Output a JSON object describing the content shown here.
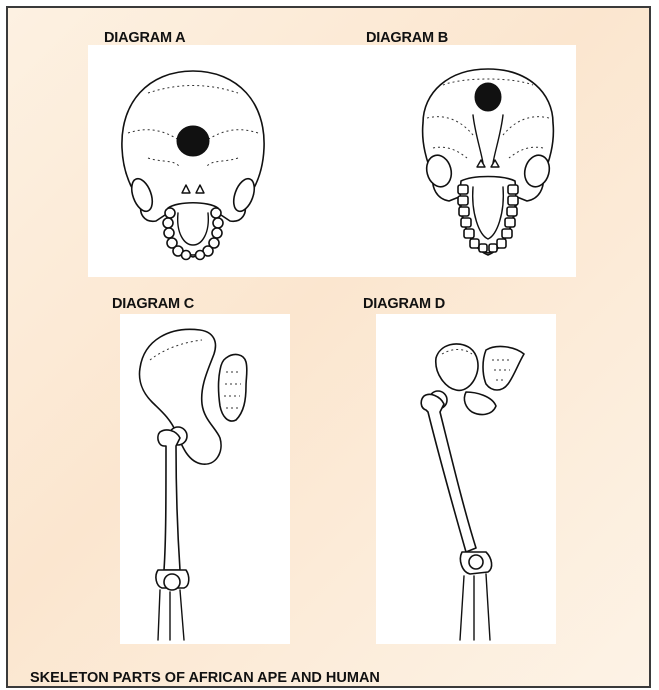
{
  "diagrams": {
    "a": {
      "label": "DIAGRAM A",
      "icon": "ape-skull-underside"
    },
    "b": {
      "label": "DIAGRAM B",
      "icon": "human-skull-underside"
    },
    "c": {
      "label": "DIAGRAM C",
      "icon": "ape-pelvis-leg"
    },
    "d": {
      "label": "DIAGRAM D",
      "icon": "human-pelvis-leg"
    }
  },
  "caption": "SKELETON PARTS OF AFRICAN APE AND HUMAN",
  "colors": {
    "frame_background": "#fbe6cf",
    "panel_background": "#ffffff",
    "ink": "#111111"
  }
}
